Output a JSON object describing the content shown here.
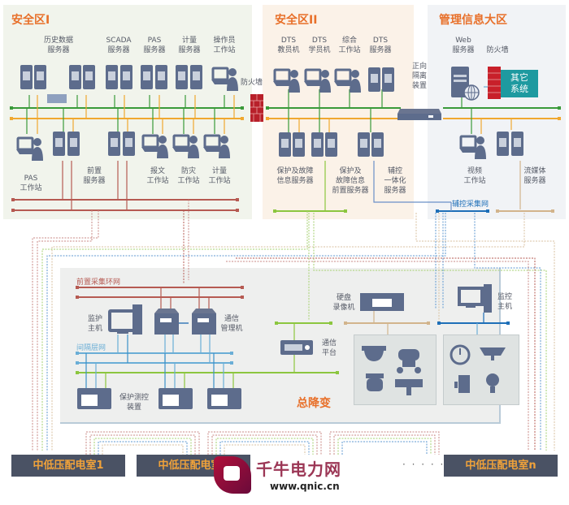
{
  "zones": {
    "zone1": {
      "title": "安全区I"
    },
    "zone2": {
      "title": "安全区II"
    },
    "zone3": {
      "title": "管理信息大区"
    }
  },
  "zone1_devices_top": [
    {
      "label": "历史数据\n服务器",
      "type": "server-pair-x2"
    },
    {
      "label": "SCADA\n服务器",
      "type": "server-pair"
    },
    {
      "label": "PAS\n服务器",
      "type": "server-pair"
    },
    {
      "label": "计量\n服务器",
      "type": "server-pair"
    },
    {
      "label": "操作员\n工作站",
      "type": "workstation"
    }
  ],
  "zone1_devices_bottom": [
    {
      "label": "PAS\n工作站",
      "type": "workstation"
    },
    {
      "label": "前置\n服务器",
      "type": "server-pair-x2"
    },
    {
      "label": "报文\n工作站",
      "type": "workstation"
    },
    {
      "label": "防灾\n工作站",
      "type": "workstation"
    },
    {
      "label": "计量\n工作站",
      "type": "workstation"
    }
  ],
  "firewall1": {
    "label": "防火墙"
  },
  "zone2_devices_top": [
    {
      "label": "DTS\n教员机",
      "type": "workstation"
    },
    {
      "label": "DTS\n学员机",
      "type": "workstation"
    },
    {
      "label": "综合\n工作站",
      "type": "workstation"
    },
    {
      "label": "DTS\n服务器",
      "type": "server-pair"
    }
  ],
  "zone2_devices_bottom": [
    {
      "label": "保护及故障\n信息服务器",
      "type": "server-pair"
    },
    {
      "label": "保护及\n故障信息\n前置服务器",
      "type": "server-pair"
    },
    {
      "label": "辅控\n一体化\n服务器",
      "type": "server-pair"
    }
  ],
  "isolation": {
    "label": "正向\n隔离\n装置"
  },
  "zone3_devices": [
    {
      "label": "Web\n服务器",
      "type": "web-server"
    },
    {
      "label": "防火墙",
      "type": "firewall"
    },
    {
      "label": "其它\n系统",
      "type": "other-system"
    },
    {
      "label": "视频\n工作站",
      "type": "workstation"
    },
    {
      "label": "流媒体\n服务器",
      "type": "server-pair"
    }
  ],
  "networks": {
    "aux_control": "辅控采集网",
    "front_ring": "前置采集环网",
    "bay_layer": "间隔层网"
  },
  "substation": {
    "title": "总降变",
    "devices": [
      {
        "label": "监护\n主机",
        "type": "desktop"
      },
      {
        "label": "通信\n管理机",
        "type": "comm-manager"
      },
      {
        "label": "通信\n平台",
        "type": "switch"
      },
      {
        "label": "硬盘\n录像机",
        "type": "nvr"
      },
      {
        "label": "监控\n主机",
        "type": "desktop"
      },
      {
        "label": "保护测控\n装置",
        "type": "protection-unit"
      }
    ],
    "video_icons": [
      "dome-camera-icon",
      "robot-icon",
      "ptz-camera-icon",
      "bullet-camera-icon"
    ],
    "env_icons": [
      "gauge-icon",
      "smoke-detector-icon",
      "door-sensor-icon",
      "light-bulb-icon"
    ]
  },
  "rooms": [
    "中低压配电室1",
    "中低压配电室2",
    "中低压配电室n"
  ],
  "rooms_ellipsis": "· · · · · ·",
  "watermark": {
    "text": "千牛电力网",
    "url": "www.qnic.cn"
  },
  "colors": {
    "accent": "#e8702a",
    "device": "#5d6c8c",
    "net_green": "#3a9a3a",
    "net_orange": "#f0a830",
    "net_red": "#b65a52",
    "net_blue": "#1e6fb8",
    "net_lightblue": "#6aaed6",
    "net_lime": "#8cc63f",
    "net_tan": "#d2b48c",
    "room_bg": "#4a5264",
    "room_text": "#f0a23a"
  }
}
